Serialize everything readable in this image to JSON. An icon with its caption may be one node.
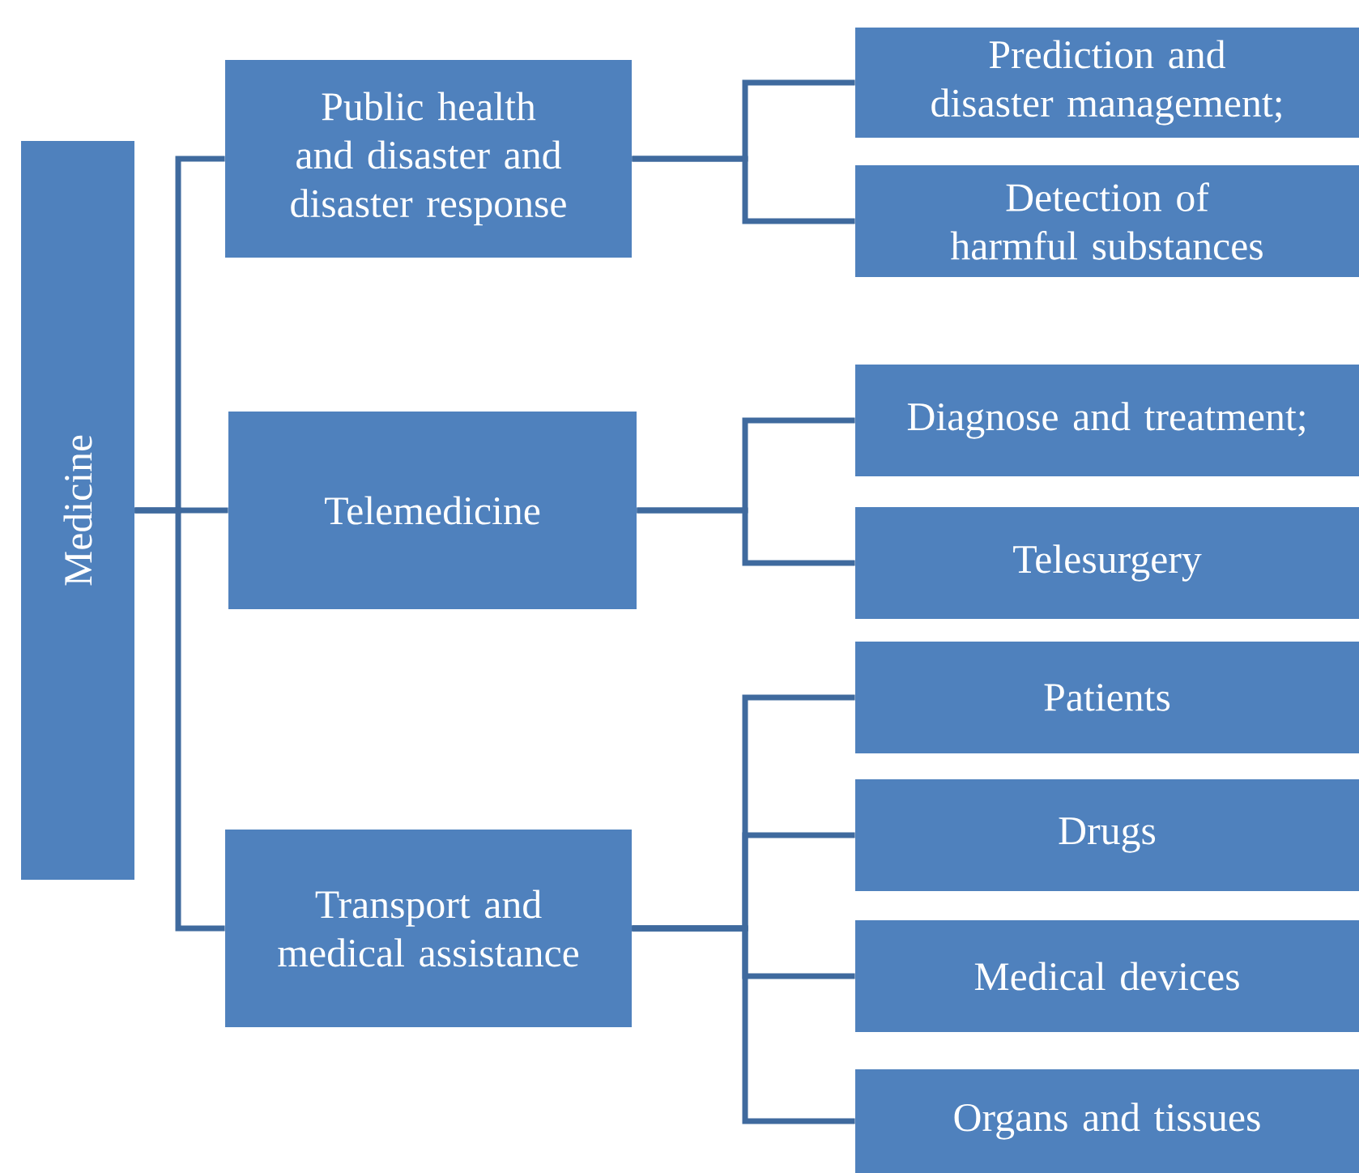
{
  "diagram": {
    "nodes": [
      {
        "text": [
          "Medicine"
        ]
      },
      {
        "text": [
          "Public health and disaster and disaster response"
        ]
      },
      {
        "text": [
          "Telemedicine"
        ]
      },
      {
        "text": [
          "Transport and medical assistance"
        ]
      },
      {
        "text": [
          "Prediction and disaster management;"
        ]
      },
      {
        "text": [
          "Detection of harmful substances"
        ]
      },
      {
        "text": [
          "Diagnose and treatment;"
        ]
      },
      {
        "text": [
          "Telesurgery"
        ]
      },
      {
        "text": [
          "Patients"
        ]
      },
      {
        "text": [
          "Drugs"
        ]
      },
      {
        "text": [
          "Medical devices"
        ]
      },
      {
        "text": [
          "Organs and tissues"
        ]
      }
    ],
    "edges": [
      {
        "from": 0,
        "to": 1,
        "arrow": "none"
      },
      {
        "from": 0,
        "to": 2,
        "arrow": "none"
      },
      {
        "from": 0,
        "to": 3,
        "arrow": "none"
      },
      {
        "from": 1,
        "to": 4,
        "arrow": "none"
      },
      {
        "from": 1,
        "to": 5,
        "arrow": "none"
      },
      {
        "from": 2,
        "to": 6,
        "arrow": "none"
      },
      {
        "from": 2,
        "to": 7,
        "arrow": "none"
      },
      {
        "from": 3,
        "to": 8,
        "arrow": "none"
      },
      {
        "from": 3,
        "to": 9,
        "arrow": "none"
      },
      {
        "from": 3,
        "to": 10,
        "arrow": "none"
      },
      {
        "from": 3,
        "to": 11,
        "arrow": "none"
      }
    ]
  }
}
